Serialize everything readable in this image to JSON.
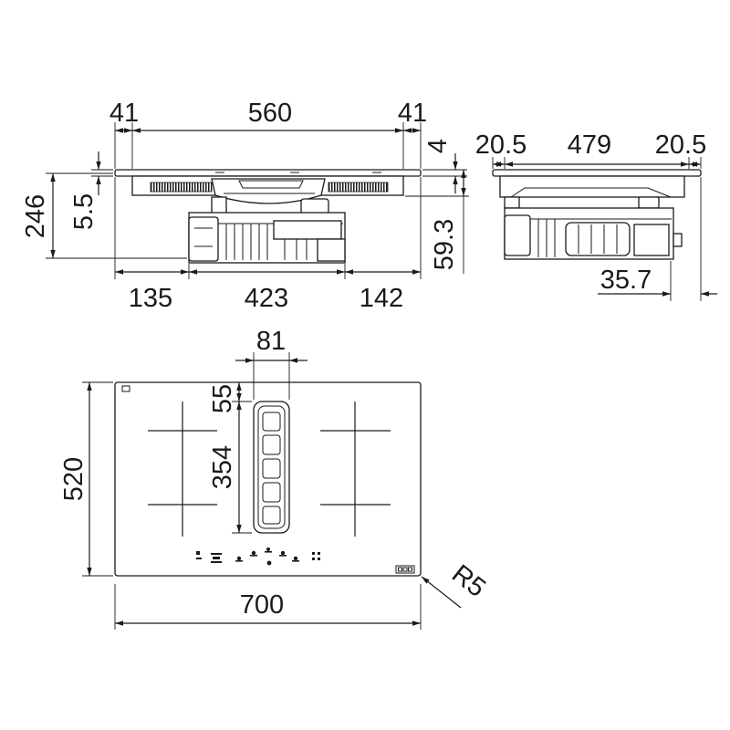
{
  "front_view": {
    "top_dims": [
      "41",
      "560",
      "41"
    ],
    "right_top_dim": "4",
    "left_dims": {
      "outer": "246",
      "inner": "5.5"
    },
    "right_dim": "59.3",
    "bottom_dims": [
      "135",
      "423",
      "142"
    ]
  },
  "side_view": {
    "top_dims": [
      "20.5",
      "479",
      "20.5"
    ],
    "bottom_dim": "35.7"
  },
  "top_view": {
    "vent_width": "81",
    "vent_dims": [
      "55",
      "354"
    ],
    "height": "520",
    "width": "700",
    "radius": "R5"
  }
}
